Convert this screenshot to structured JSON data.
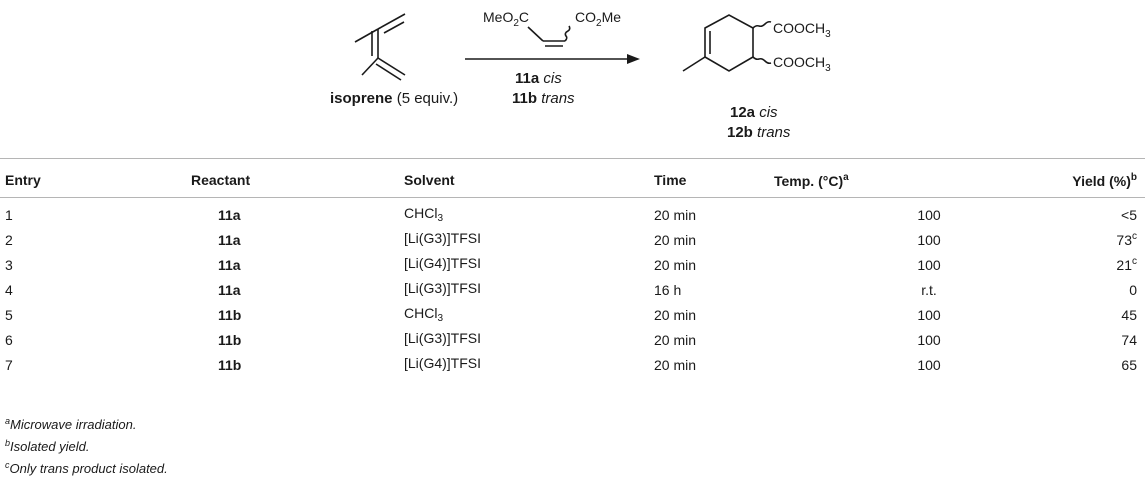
{
  "scheme": {
    "reactant_label": "isoprene",
    "reactant_equiv": " (5 equiv.)",
    "reagent_left": "MeO",
    "reagent_left_sub": "2",
    "reagent_left_tail": "C",
    "reagent_right": "CO",
    "reagent_right_sub": "2",
    "reagent_right_tail": "Me",
    "cond1_num": "11a",
    "cond1_text": "cis",
    "cond2_num": "11b",
    "cond2_text": "trans",
    "product_group1_a": "COOCH",
    "product_group1_b": "3",
    "product_group2_a": "COOCH",
    "product_group2_b": "3",
    "prod1_num": "12a",
    "prod1_text": "cis",
    "prod2_num": "12b",
    "prod2_text": "trans"
  },
  "table": {
    "headers": {
      "entry": "Entry",
      "reactant": "Reactant",
      "solvent": "Solvent",
      "time": "Time",
      "temp": "Temp. (°C)",
      "temp_note": "a",
      "yield": "Yield (%)",
      "yield_note": "b"
    },
    "rows": [
      {
        "entry": "1",
        "reactant": "11a",
        "solvent": "CHCl",
        "solvent_sub": "3",
        "solvent_tail": "",
        "time": "20 min",
        "temp": "100",
        "yield": "<5",
        "note": ""
      },
      {
        "entry": "2",
        "reactant": "11a",
        "solvent": "[Li(G3)]TFSI",
        "solvent_sub": "",
        "solvent_tail": "",
        "time": "20 min",
        "temp": "100",
        "yield": "73",
        "note": "c"
      },
      {
        "entry": "3",
        "reactant": "11a",
        "solvent": "[Li(G4)]TFSI",
        "solvent_sub": "",
        "solvent_tail": "",
        "time": "20 min",
        "temp": "100",
        "yield": "21",
        "note": "c"
      },
      {
        "entry": "4",
        "reactant": "11a",
        "solvent": "[Li(G3)]TFSI",
        "solvent_sub": "",
        "solvent_tail": "",
        "time": "16 h",
        "temp": "r.t.",
        "yield": "0",
        "note": ""
      },
      {
        "entry": "5",
        "reactant": "11b",
        "solvent": "CHCl",
        "solvent_sub": "3",
        "solvent_tail": "",
        "time": "20 min",
        "temp": "100",
        "yield": "45",
        "note": ""
      },
      {
        "entry": "6",
        "reactant": "11b",
        "solvent": "[Li(G3)]TFSI",
        "solvent_sub": "",
        "solvent_tail": "",
        "time": "20 min",
        "temp": "100",
        "yield": "74",
        "note": ""
      },
      {
        "entry": "7",
        "reactant": "11b",
        "solvent": "[Li(G4)]TFSI",
        "solvent_sub": "",
        "solvent_tail": "",
        "time": "20 min",
        "temp": "100",
        "yield": "65",
        "note": ""
      }
    ]
  },
  "footnotes": [
    {
      "mark": "a",
      "text": "Microwave irradiation."
    },
    {
      "mark": "b",
      "text": "Isolated yield."
    },
    {
      "mark": "c",
      "text": "Only trans product isolated."
    }
  ]
}
